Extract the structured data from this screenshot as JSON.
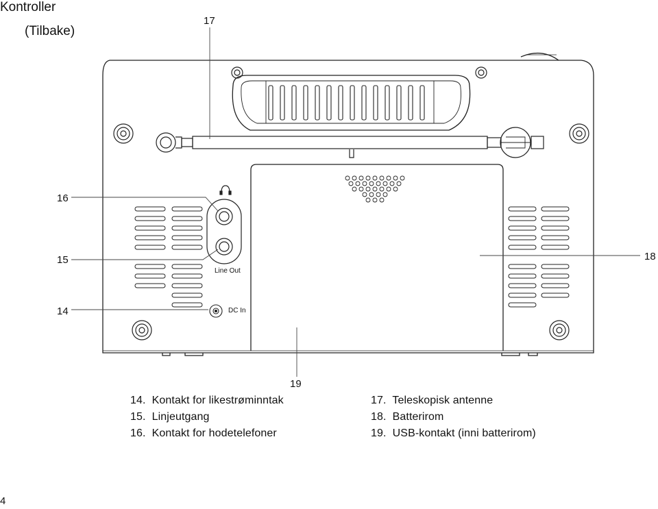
{
  "header": {
    "title": "Kontroller",
    "subtitle": "(Tilbake)"
  },
  "callouts": {
    "c14": "14",
    "c15": "15",
    "c16": "16",
    "c17": "17",
    "c18": "18",
    "c19": "19"
  },
  "device_labels": {
    "line_out": "Line Out",
    "dc_in": "DC In"
  },
  "legend": {
    "left": [
      {
        "num": "14.",
        "text": "Kontakt for likestrøminntak"
      },
      {
        "num": "15.",
        "text": "Linjeutgang"
      },
      {
        "num": "16.",
        "text": "Kontakt for hodetelefoner"
      }
    ],
    "right": [
      {
        "num": "17.",
        "text": "Teleskopisk antenne"
      },
      {
        "num": "18.",
        "text": "Batterirom"
      },
      {
        "num": "19.",
        "text": "USB-kontakt (inni batterirom)"
      }
    ]
  },
  "icons": {
    "headphone": "headphone-icon"
  },
  "footer": {
    "page_number": "4"
  }
}
